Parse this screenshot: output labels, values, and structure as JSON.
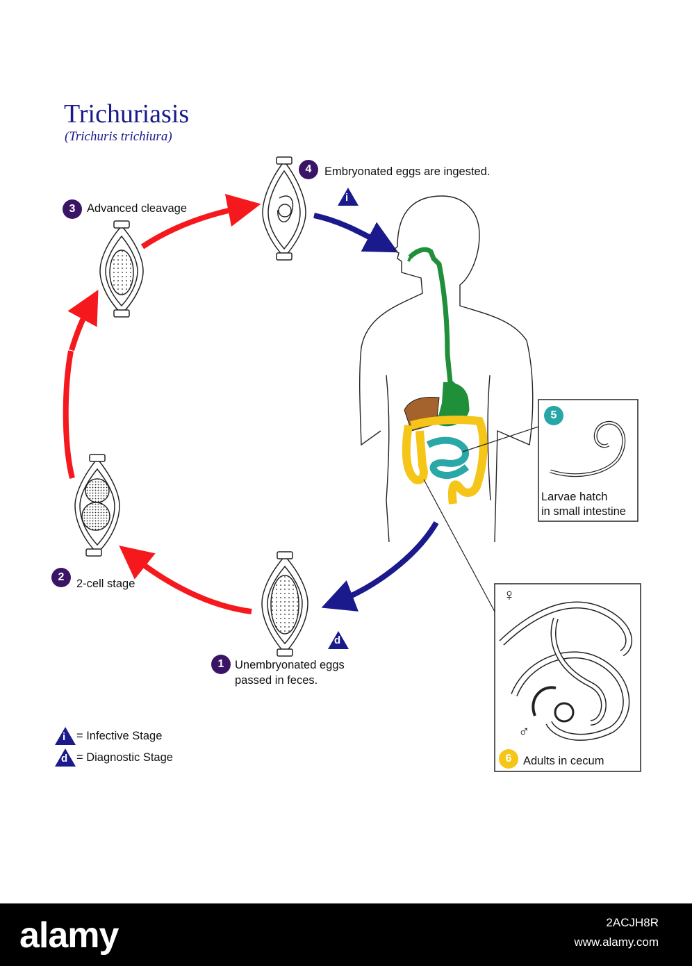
{
  "header": {
    "title": "Trichuriasis",
    "subtitle": "(Trichuris trichiura)"
  },
  "stages": [
    {
      "number": "1",
      "label_line1": "Unembryonated eggs",
      "label_line2": "passed in feces."
    },
    {
      "number": "2",
      "label_line1": "2-cell stage"
    },
    {
      "number": "3",
      "label_line1": "Advanced cleavage"
    },
    {
      "number": "4",
      "label_line1": "Embryonated eggs are ingested."
    },
    {
      "number": "5",
      "label_line1": "Larvae hatch",
      "label_line2": "in small intestine"
    },
    {
      "number": "6",
      "label_line1": "Adults in cecum"
    }
  ],
  "markers": {
    "infective": "i",
    "diagnostic": "d",
    "female_symbol": "♀",
    "male_symbol": "♂"
  },
  "legend": {
    "infective_text": "= Infective Stage",
    "diagnostic_text": "= Diagnostic Stage"
  },
  "colors": {
    "title": "#1a1a8c",
    "red_arrow": "#f5191e",
    "blue_arrow": "#1a1a8c",
    "stage_badge": "#3b1565",
    "larva_badge": "#26a6a6",
    "adult_badge": "#f5c518",
    "esophagus_stomach": "#1f8f3a",
    "liver": "#a4622c",
    "large_intestine": "#f5c518",
    "small_intestine": "#2aa7a7"
  },
  "watermark": {
    "brand": "alamy",
    "image_id": "2ACJH8R",
    "url": "www.alamy.com"
  }
}
